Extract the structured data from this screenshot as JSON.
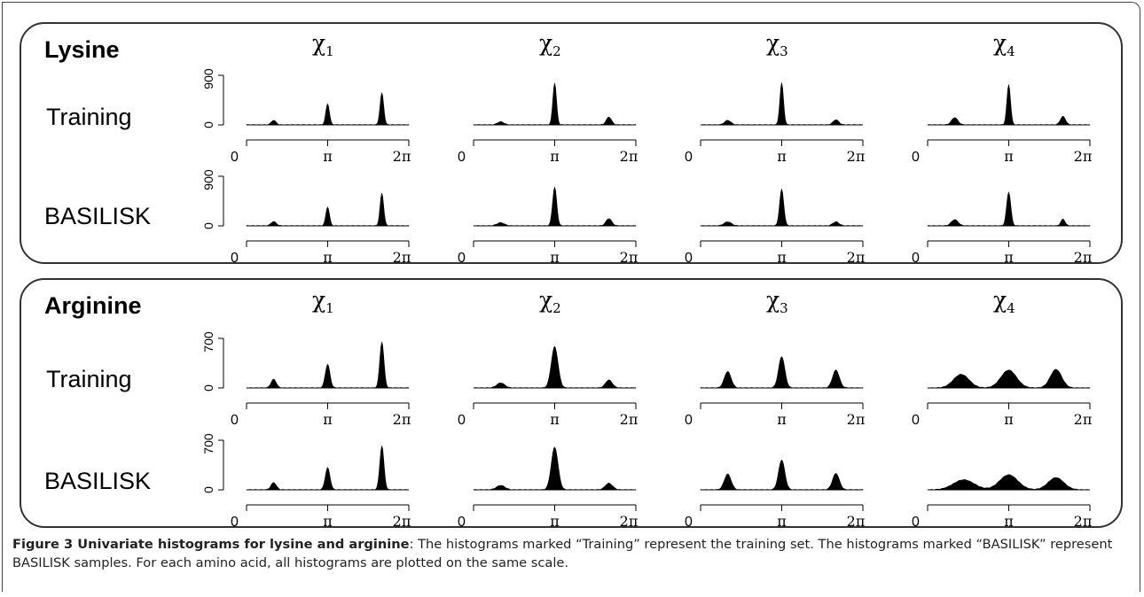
{
  "panels": [
    {
      "title": "Lysine",
      "rows": [
        "Training",
        "BASILISK"
      ],
      "ymax_label": "900",
      "ymin_label": "0"
    },
    {
      "title": "Arginine",
      "rows": [
        "Training",
        "BASILISK"
      ],
      "ymax_label": "700",
      "ymin_label": "0"
    }
  ],
  "columns": [
    {
      "sym": "χ",
      "sub": "1"
    },
    {
      "sym": "χ",
      "sub": "2"
    },
    {
      "sym": "χ",
      "sub": "3"
    },
    {
      "sym": "χ",
      "sub": "4"
    }
  ],
  "x_ticks": [
    "0",
    "π",
    "2π"
  ],
  "caption": {
    "label": "Figure 3 Univariate histograms for lysine and arginine",
    "text": ": The histograms marked “Training” represent the training set. The histograms marked “BASILISK” represent BASILISK samples. For each amino acid, all histograms are plotted on the same scale."
  },
  "chart_data": {
    "type": "area",
    "description_units": "x in radians (0 to 2π), y in counts",
    "xlim": [
      0,
      6.2832
    ],
    "x_tick_labels": [
      "0",
      "π",
      "2π"
    ],
    "panels": [
      {
        "amino_acid": "Lysine",
        "ylim": [
          0,
          900
        ],
        "y_tick_labels": [
          "0",
          "900"
        ],
        "histograms": {
          "Training": [
            {
              "angle": "χ1",
              "peaks": [
                {
                  "x": 1.05,
                  "height": 80,
                  "width": 0.09
                },
                {
                  "x": 3.14,
                  "height": 380,
                  "width": 0.07
                },
                {
                  "x": 5.24,
                  "height": 580,
                  "width": 0.07
                }
              ]
            },
            {
              "angle": "χ2",
              "peaks": [
                {
                  "x": 1.05,
                  "height": 55,
                  "width": 0.12
                },
                {
                  "x": 3.14,
                  "height": 760,
                  "width": 0.07
                },
                {
                  "x": 5.24,
                  "height": 140,
                  "width": 0.1
                }
              ]
            },
            {
              "angle": "χ3",
              "peaks": [
                {
                  "x": 1.05,
                  "height": 80,
                  "width": 0.12
                },
                {
                  "x": 3.14,
                  "height": 760,
                  "width": 0.07
                },
                {
                  "x": 5.24,
                  "height": 90,
                  "width": 0.11
                }
              ]
            },
            {
              "angle": "χ4",
              "peaks": [
                {
                  "x": 1.05,
                  "height": 130,
                  "width": 0.12
                },
                {
                  "x": 3.14,
                  "height": 730,
                  "width": 0.07
                },
                {
                  "x": 5.24,
                  "height": 150,
                  "width": 0.1
                }
              ]
            }
          ],
          "BASILISK": [
            {
              "angle": "χ1",
              "peaks": [
                {
                  "x": 1.05,
                  "height": 75,
                  "width": 0.1
                },
                {
                  "x": 3.14,
                  "height": 340,
                  "width": 0.07
                },
                {
                  "x": 5.24,
                  "height": 590,
                  "width": 0.07
                }
              ]
            },
            {
              "angle": "χ2",
              "peaks": [
                {
                  "x": 1.05,
                  "height": 55,
                  "width": 0.14
                },
                {
                  "x": 3.14,
                  "height": 700,
                  "width": 0.08
                },
                {
                  "x": 5.24,
                  "height": 130,
                  "width": 0.11
                }
              ]
            },
            {
              "angle": "χ3",
              "peaks": [
                {
                  "x": 1.05,
                  "height": 70,
                  "width": 0.14
                },
                {
                  "x": 3.14,
                  "height": 660,
                  "width": 0.08
                },
                {
                  "x": 5.24,
                  "height": 70,
                  "width": 0.12
                }
              ]
            },
            {
              "angle": "χ4",
              "peaks": [
                {
                  "x": 1.05,
                  "height": 110,
                  "width": 0.13
                },
                {
                  "x": 3.14,
                  "height": 610,
                  "width": 0.08
                },
                {
                  "x": 5.24,
                  "height": 120,
                  "width": 0.08
                }
              ]
            }
          ]
        }
      },
      {
        "amino_acid": "Arginine",
        "ylim": [
          0,
          700
        ],
        "y_tick_labels": [
          "0",
          "700"
        ],
        "histograms": {
          "Training": [
            {
              "angle": "χ1",
              "peaks": [
                {
                  "x": 1.05,
                  "height": 120,
                  "width": 0.1
                },
                {
                  "x": 3.14,
                  "height": 330,
                  "width": 0.09
                },
                {
                  "x": 5.24,
                  "height": 650,
                  "width": 0.08
                }
              ]
            },
            {
              "angle": "χ2",
              "peaks": [
                {
                  "x": 1.05,
                  "height": 70,
                  "width": 0.15
                },
                {
                  "x": 3.14,
                  "height": 580,
                  "width": 0.13
                },
                {
                  "x": 5.24,
                  "height": 110,
                  "width": 0.13
                }
              ]
            },
            {
              "angle": "χ3",
              "peaks": [
                {
                  "x": 1.05,
                  "height": 230,
                  "width": 0.13
                },
                {
                  "x": 3.14,
                  "height": 440,
                  "width": 0.12
                },
                {
                  "x": 5.24,
                  "height": 250,
                  "width": 0.13
                }
              ]
            },
            {
              "angle": "χ4",
              "peaks": [
                {
                  "x": 1.3,
                  "height": 190,
                  "width": 0.3
                },
                {
                  "x": 3.14,
                  "height": 250,
                  "width": 0.3
                },
                {
                  "x": 4.97,
                  "height": 260,
                  "width": 0.22
                }
              ]
            }
          ],
          "BASILISK": [
            {
              "angle": "χ1",
              "peaks": [
                {
                  "x": 1.05,
                  "height": 100,
                  "width": 0.1
                },
                {
                  "x": 3.14,
                  "height": 310,
                  "width": 0.09
                },
                {
                  "x": 5.24,
                  "height": 620,
                  "width": 0.08
                }
              ]
            },
            {
              "angle": "χ2",
              "peaks": [
                {
                  "x": 1.05,
                  "height": 60,
                  "width": 0.16
                },
                {
                  "x": 3.14,
                  "height": 600,
                  "width": 0.13
                },
                {
                  "x": 5.24,
                  "height": 90,
                  "width": 0.14
                }
              ]
            },
            {
              "angle": "χ3",
              "peaks": [
                {
                  "x": 1.05,
                  "height": 220,
                  "width": 0.13
                },
                {
                  "x": 3.14,
                  "height": 420,
                  "width": 0.12
                },
                {
                  "x": 5.24,
                  "height": 230,
                  "width": 0.13
                }
              ]
            },
            {
              "angle": "χ4",
              "peaks": [
                {
                  "x": 1.4,
                  "height": 140,
                  "width": 0.4
                },
                {
                  "x": 3.14,
                  "height": 210,
                  "width": 0.35
                },
                {
                  "x": 4.97,
                  "height": 170,
                  "width": 0.3
                }
              ]
            }
          ]
        }
      }
    ]
  }
}
